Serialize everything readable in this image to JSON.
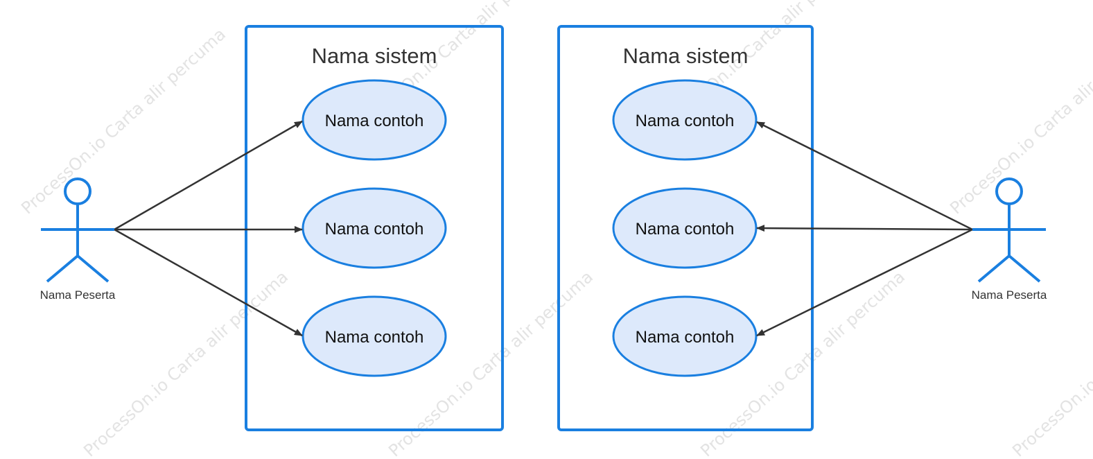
{
  "colors": {
    "accent": "#1a7fe0",
    "usecase_fill": "#dde9fb",
    "arrow": "#333333",
    "watermark": "#e3e3e3"
  },
  "watermark": {
    "text": "ProcessOn.io Carta alir percuma"
  },
  "diagrams": [
    {
      "system_title": "Nama sistem",
      "use_cases": [
        "Nama contoh",
        "Nama contoh",
        "Nama contoh"
      ],
      "actor": {
        "label": "Nama Peserta",
        "icon": "stick-figure-icon",
        "side": "left"
      }
    },
    {
      "system_title": "Nama sistem",
      "use_cases": [
        "Nama contoh",
        "Nama contoh",
        "Nama contoh"
      ],
      "actor": {
        "label": "Nama Peserta",
        "icon": "stick-figure-icon",
        "side": "right"
      }
    }
  ]
}
